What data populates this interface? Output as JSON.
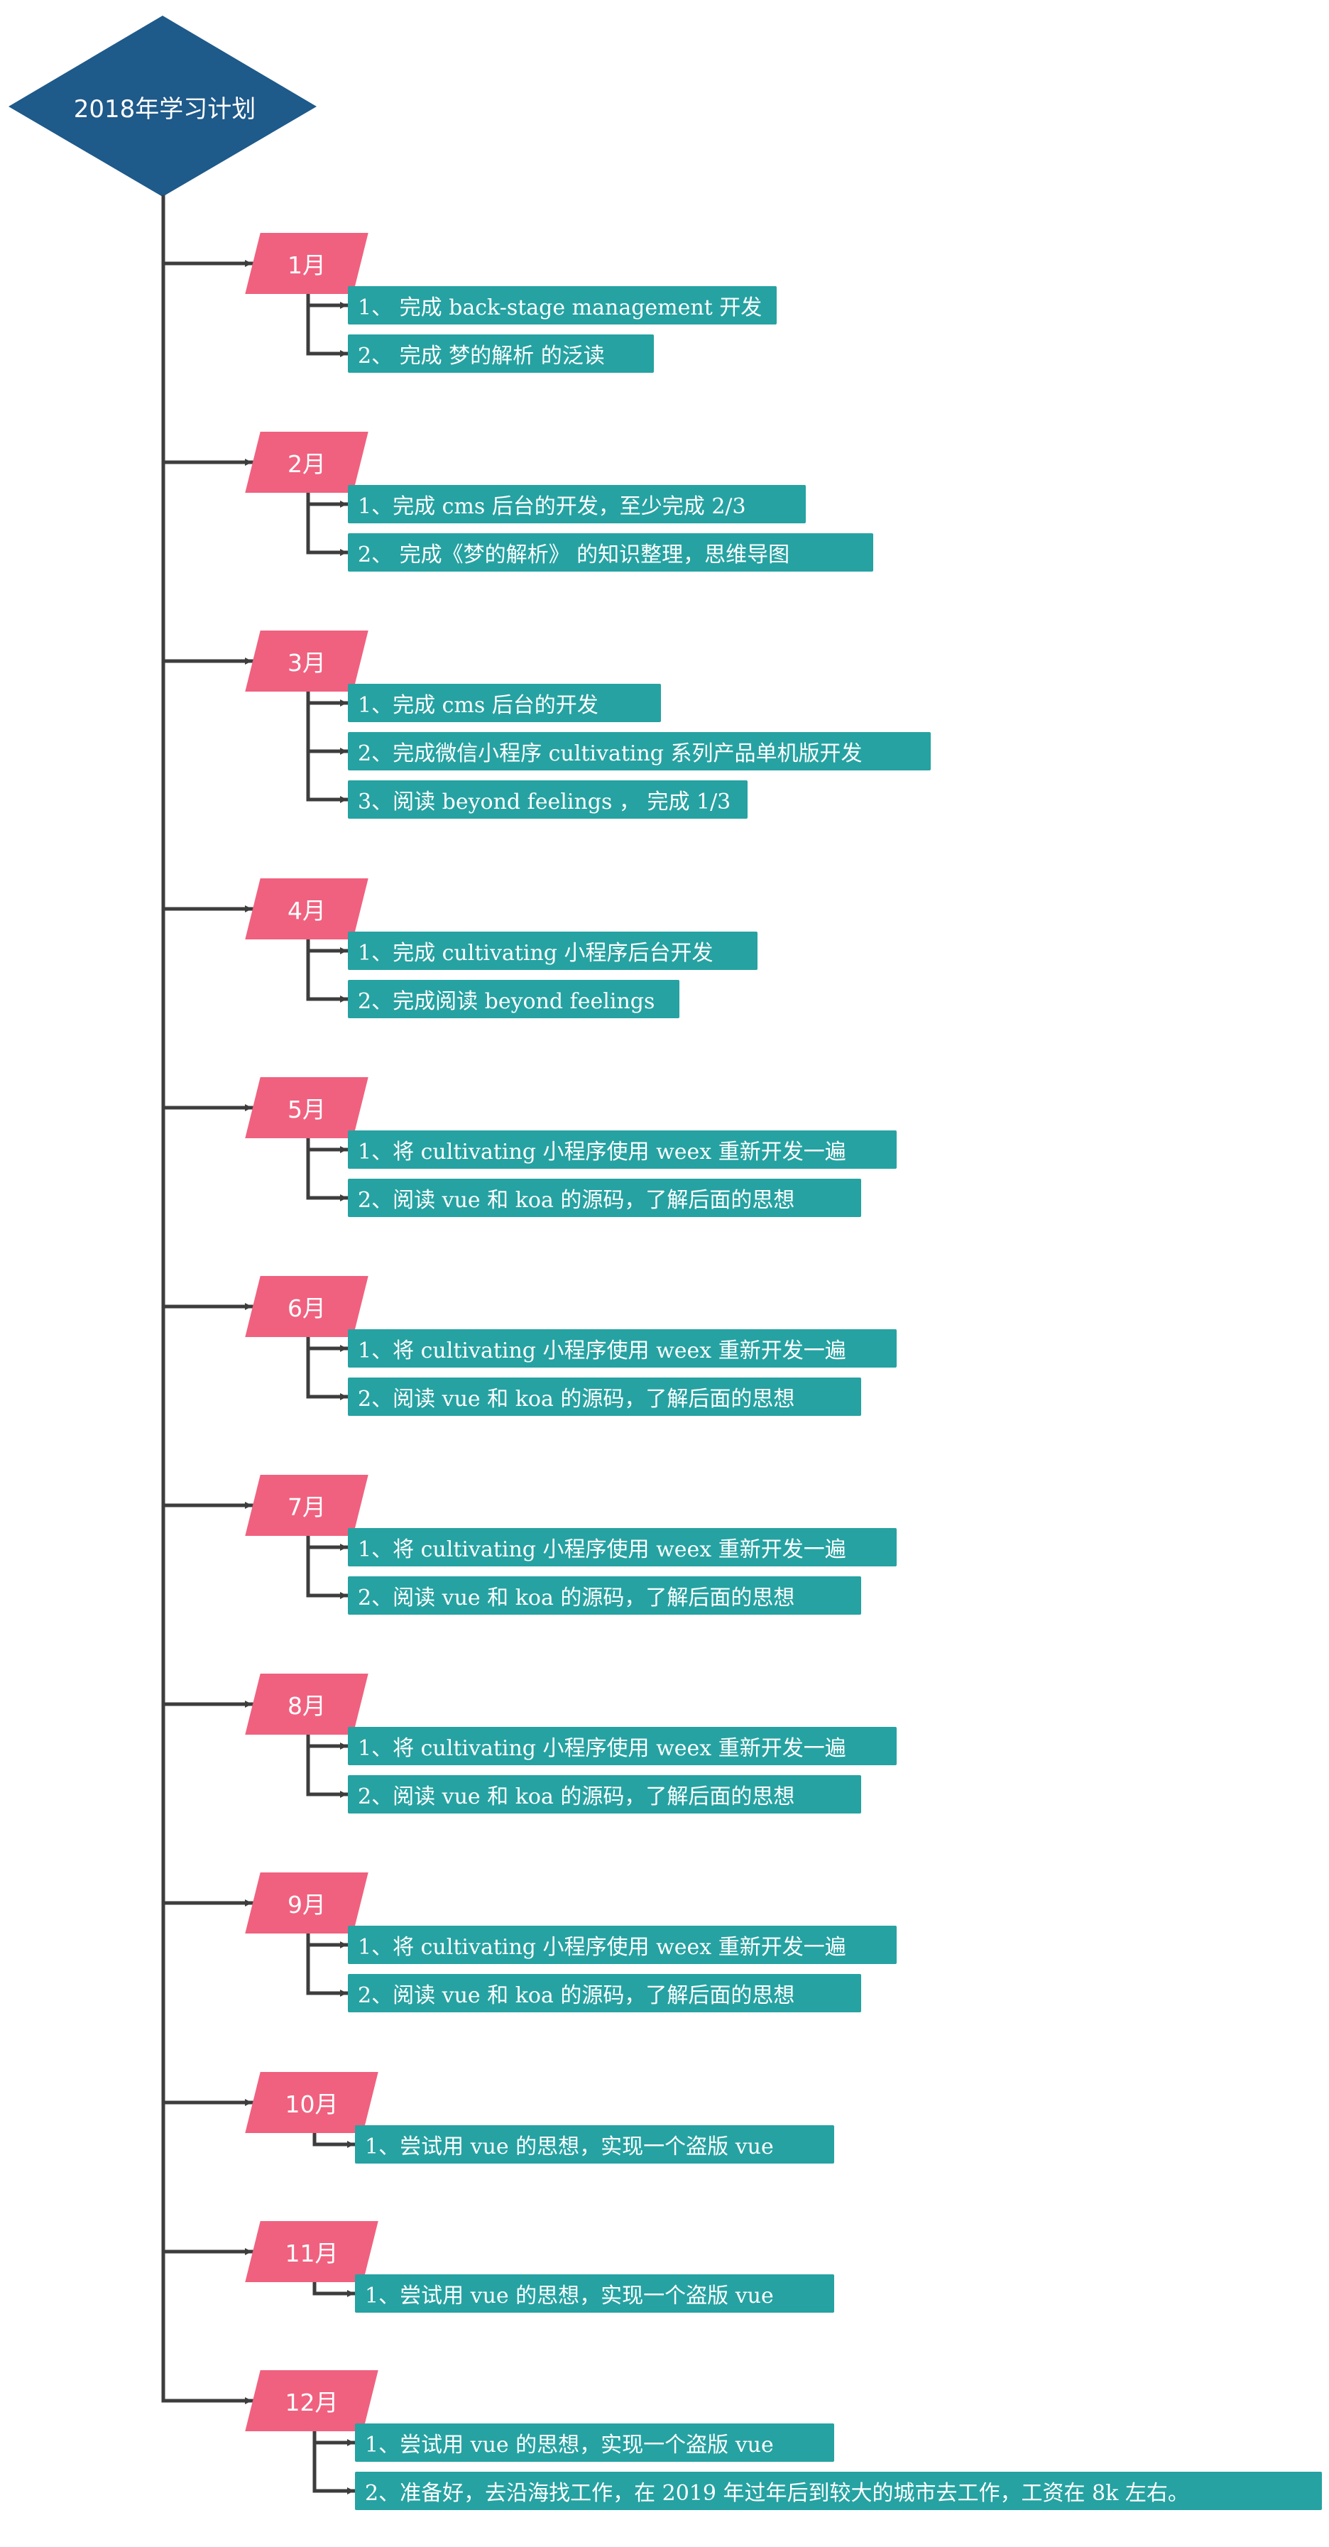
{
  "title": "2018年学习计划",
  "colors": {
    "root": "#1e5a8a",
    "month": "#f0617f",
    "task": "#26a2a2",
    "line": "#3d3d3d"
  },
  "months": [
    {
      "label": "1月",
      "tasks": [
        "1、 完成 back-stage management 开发",
        "2、 完成 梦的解析 的泛读"
      ]
    },
    {
      "label": "2月",
      "tasks": [
        "1、完成 cms 后台的开发，至少完成 2/3",
        "2、 完成《梦的解析》 的知识整理，思维导图"
      ]
    },
    {
      "label": "3月",
      "tasks": [
        "1、完成 cms 后台的开发",
        "2、完成微信小程序 cultivating 系列产品单机版开发",
        "3、阅读 beyond feelings ， 完成 1/3"
      ]
    },
    {
      "label": "4月",
      "tasks": [
        "1、完成 cultivating 小程序后台开发",
        "2、完成阅读 beyond feelings"
      ]
    },
    {
      "label": "5月",
      "tasks": [
        "1、将 cultivating 小程序使用 weex 重新开发一遍",
        "2、阅读 vue 和 koa 的源码，了解后面的思想"
      ]
    },
    {
      "label": "6月",
      "tasks": [
        "1、将 cultivating 小程序使用 weex 重新开发一遍",
        "2、阅读 vue 和 koa 的源码，了解后面的思想"
      ]
    },
    {
      "label": "7月",
      "tasks": [
        "1、将 cultivating 小程序使用 weex 重新开发一遍",
        "2、阅读 vue 和 koa 的源码，了解后面的思想"
      ]
    },
    {
      "label": "8月",
      "tasks": [
        "1、将 cultivating 小程序使用 weex 重新开发一遍",
        "2、阅读 vue 和 koa 的源码，了解后面的思想"
      ]
    },
    {
      "label": "9月",
      "tasks": [
        "1、将 cultivating 小程序使用 weex 重新开发一遍",
        "2、阅读 vue 和 koa 的源码，了解后面的思想"
      ]
    },
    {
      "label": "10月",
      "tasks": [
        "1、尝试用 vue 的思想，实现一个盗版 vue"
      ]
    },
    {
      "label": "11月",
      "tasks": [
        "1、尝试用 vue 的思想，实现一个盗版 vue"
      ]
    },
    {
      "label": "12月",
      "tasks": [
        "1、尝试用 vue 的思想，实现一个盗版 vue",
        "2、准备好，去沿海找工作，在 2019 年过年后到较大的城市去工作，工资在 8k 左右。"
      ]
    }
  ]
}
